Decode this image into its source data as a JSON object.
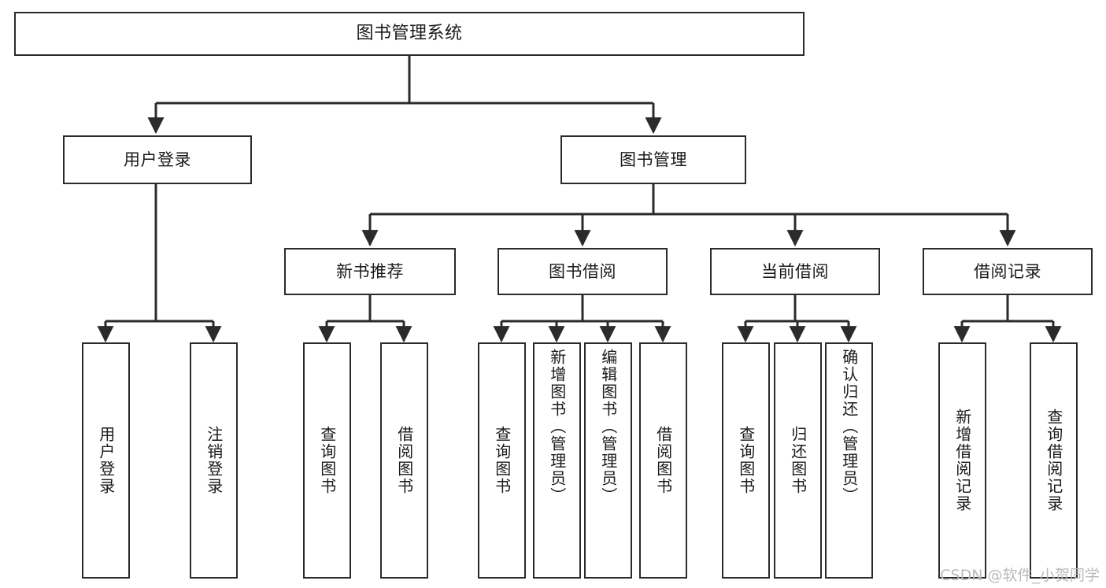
{
  "diagram": {
    "title": "图书管理系统",
    "type": "functional-structure-tree",
    "watermark": "CSDN @软件_小贺同学",
    "colors": {
      "background": "#ffffff",
      "box_border": "#2b2b2b",
      "box_fill": "#ffffff",
      "connector": "#2b2b2b",
      "text": "#1a1a1a",
      "watermark": "#b9b9b9"
    },
    "root": {
      "label": "图书管理系统"
    },
    "level2": [
      {
        "label": "用户登录"
      },
      {
        "label": "图书管理"
      }
    ],
    "level3": [
      {
        "label": "新书推荐"
      },
      {
        "label": "图书借阅"
      },
      {
        "label": "当前借阅"
      },
      {
        "label": "借阅记录"
      }
    ],
    "leaves": {
      "user_login": [
        {
          "label": "用户登录"
        },
        {
          "label": "注销登录"
        }
      ],
      "new_book_recommend": [
        {
          "label": "查询图书"
        },
        {
          "label": "借阅图书"
        }
      ],
      "book_borrow": [
        {
          "label": "查询图书"
        },
        {
          "label": "新增图书（管理员）"
        },
        {
          "label": "编辑图书（管理员）"
        },
        {
          "label": "借阅图书"
        }
      ],
      "current_borrow": [
        {
          "label": "查询图书"
        },
        {
          "label": "归还图书"
        },
        {
          "label": "确认归还（管理员）"
        }
      ],
      "borrow_records": [
        {
          "label": "新增借阅记录"
        },
        {
          "label": "查询借阅记录"
        }
      ]
    }
  }
}
